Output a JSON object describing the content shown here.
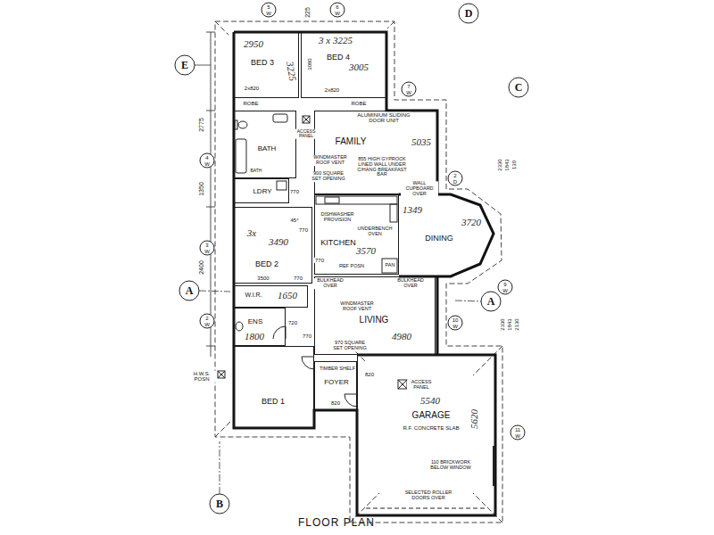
{
  "diagram": {
    "caption": "FLOOR PLAN",
    "nodes": [
      {
        "text": [
          "BED 3"
        ]
      },
      {
        "text": [
          "BED 4"
        ]
      },
      {
        "text": [
          "BATH"
        ]
      },
      {
        "text": [
          "LDRY"
        ]
      },
      {
        "text": [
          "FAMILY"
        ]
      },
      {
        "text": [
          "KITCHEN"
        ]
      },
      {
        "text": [
          "DINING"
        ]
      },
      {
        "text": [
          "BED 2"
        ]
      },
      {
        "text": [
          "W.I.R."
        ]
      },
      {
        "text": [
          "ENS"
        ]
      },
      {
        "text": [
          "LIVING"
        ]
      },
      {
        "text": [
          "BED 1"
        ]
      },
      {
        "text": [
          "FOYER"
        ]
      },
      {
        "text": [
          "GARAGE",
          "R.F. CONCRETE SLAB"
        ]
      }
    ],
    "labels": [
      "E",
      "D",
      "C",
      "A",
      "A",
      "B",
      "5",
      "W",
      "6",
      "W",
      "7",
      "W",
      "4",
      "W",
      "3",
      "W",
      "2",
      "W",
      "2",
      "D",
      "9",
      "W",
      "10",
      "W",
      "11",
      "W",
      "225",
      "2950",
      "3 x 3225",
      "3005",
      "3225",
      "3080",
      "2x820",
      "2x820",
      "ROBE",
      "ROBE",
      "2775",
      "1350",
      "2400",
      "H.W.S. POSN",
      "ACCESS PANEL",
      "BATH",
      "ALUMINIUM SLIDING DOOR UNIT",
      "5035",
      "WINDMASTER ROOF VENT",
      "900 SQUARE SET OPENING",
      "855 HIGH GYPROCK LINED WALL UNDER C/HANG BREAKFAST BAR",
      "770",
      "WALL CUPBOARD OVER",
      "1349",
      "DISHWASHER PROVISION",
      "UNDERBENCH OVEN",
      "45°",
      "770",
      "3x",
      "3490",
      "3570",
      "3720",
      "REF POSN",
      "PAN",
      "770",
      "3500",
      "770",
      "BULKHEAD OVER",
      "BULKHEAD OVER",
      "1650",
      "WINDMASTER ROOF VENT",
      "4980",
      "1800",
      "720",
      "770",
      "970 SQUARE SET OPENING",
      "TIMBER SHELF",
      "820",
      "820",
      "ACCESS PANEL",
      "5540",
      "5620",
      "110 BRICKWORK BELOW WINDOW",
      "SELECTED ROLLER DOORS OVER",
      "2330",
      "1843",
      "130",
      "2330",
      "1843",
      "2130"
    ]
  }
}
